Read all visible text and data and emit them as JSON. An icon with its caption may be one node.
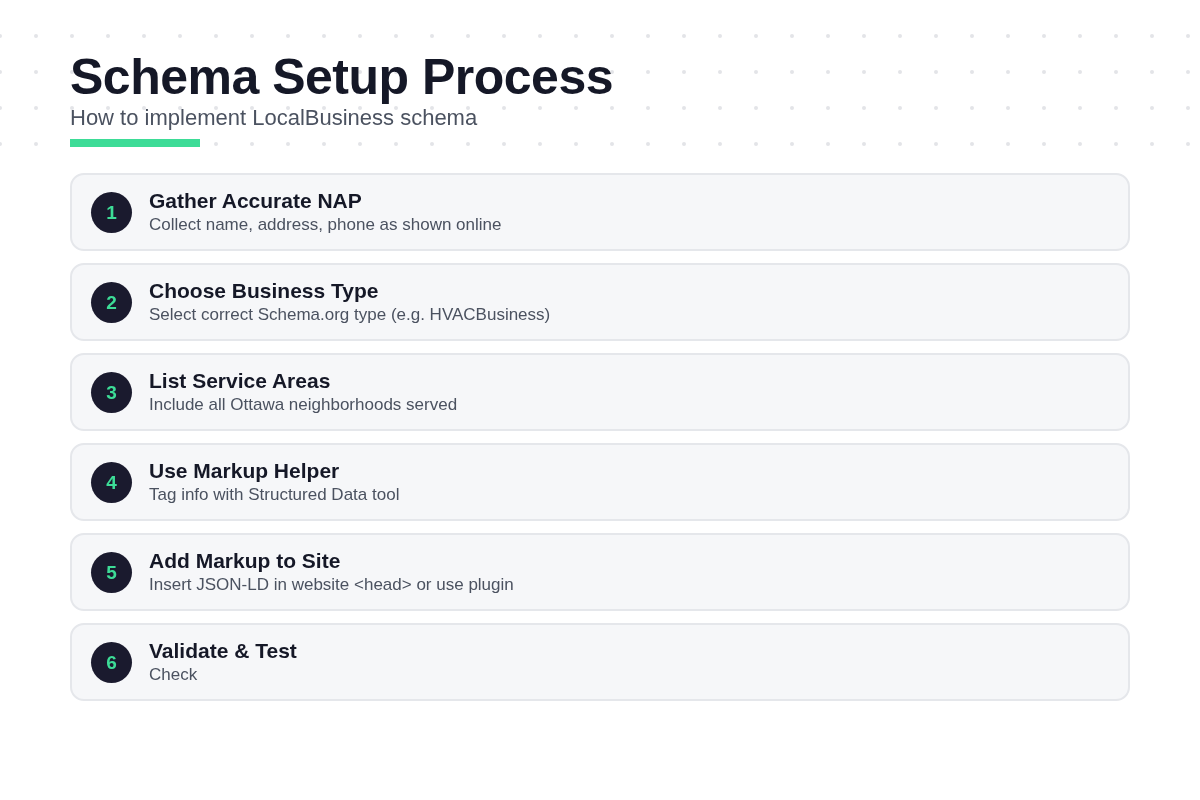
{
  "diagram": {
    "title": "Schema Setup Process",
    "nodes": [
      {
        "text": [
          "Gather Accurate NAP",
          "Collect name, address, phone as shown online"
        ]
      },
      {
        "text": [
          "1"
        ],
        "in": 0
      },
      {
        "text": [
          "Choose Business Type",
          "Select correct Schema.org type (e.g. HVACBusiness)"
        ]
      },
      {
        "text": [
          "2"
        ],
        "in": 2
      },
      {
        "text": [
          "List Service Areas",
          "Include all Ottawa neighborhoods served"
        ]
      },
      {
        "text": [
          "3"
        ],
        "in": 4
      },
      {
        "text": [
          "Use Markup Helper",
          "Tag info with Structured Data tool"
        ]
      },
      {
        "text": [
          "4"
        ],
        "in": 6
      },
      {
        "text": [
          "Add Markup to Site",
          "Insert JSON-LD in website <head> or use plugin"
        ]
      },
      {
        "text": [
          "5"
        ],
        "in": 8
      },
      {
        "text": [
          "Validate & Test",
          "Check"
        ]
      },
      {
        "text": [
          "6"
        ],
        "in": 10
      }
    ],
    "labels": [
      "How to implement LocalBusiness schema"
    ]
  }
}
